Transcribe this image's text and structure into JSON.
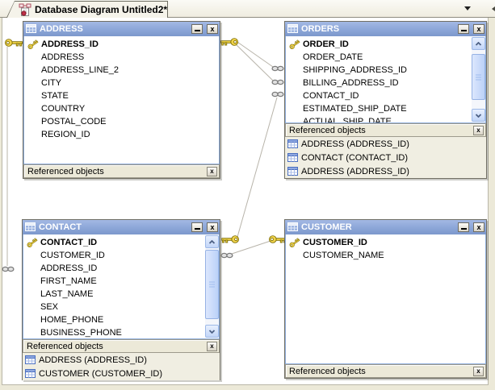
{
  "tab_strip": {
    "tab_label": "Database Diagram Untitled2*",
    "tab_icon": "diagram-icon",
    "dropdown_icon": "tab-list-dropdown",
    "scroll_left_icon": "scroll-left-arrow"
  },
  "icons": {
    "close_glyph": "x",
    "ref_close_glyph": "x"
  },
  "windows": {
    "address": {
      "title": "ADDRESS",
      "primary_key": "ADDRESS_ID",
      "fields": [
        "ADDRESS_ID",
        "ADDRESS",
        "ADDRESS_LINE_2",
        "CITY",
        "STATE",
        "COUNTRY",
        "POSTAL_CODE",
        "REGION_ID"
      ],
      "referenced_objects_label": "Referenced objects",
      "referenced_objects": []
    },
    "orders": {
      "title": "ORDERS",
      "primary_key": "ORDER_ID",
      "fields": [
        "ORDER_ID",
        "ORDER_DATE",
        "SHIPPING_ADDRESS_ID",
        "BILLING_ADDRESS_ID",
        "CONTACT_ID",
        "ESTIMATED_SHIP_DATE",
        "ACTUAL_SHIP_DATE"
      ],
      "referenced_objects_label": "Referenced objects",
      "referenced_objects": [
        "ADDRESS (ADDRESS_ID)",
        "CONTACT (CONTACT_ID)",
        "ADDRESS (ADDRESS_ID)"
      ]
    },
    "contact": {
      "title": "CONTACT",
      "primary_key": "CONTACT_ID",
      "fields": [
        "CONTACT_ID",
        "CUSTOMER_ID",
        "ADDRESS_ID",
        "FIRST_NAME",
        "LAST_NAME",
        "SEX",
        "HOME_PHONE",
        "BUSINESS_PHONE"
      ],
      "referenced_objects_label": "Referenced objects",
      "referenced_objects": [
        "ADDRESS (ADDRESS_ID)",
        "CUSTOMER (CUSTOMER_ID)"
      ]
    },
    "customer": {
      "title": "CUSTOMER",
      "primary_key": "CUSTOMER_ID",
      "fields": [
        "CUSTOMER_ID",
        "CUSTOMER_NAME"
      ],
      "referenced_objects_label": "Referenced objects",
      "referenced_objects": []
    }
  },
  "relationships": [
    {
      "from": "ORDERS.SHIPPING_ADDRESS_ID",
      "to": "ADDRESS.ADDRESS_ID"
    },
    {
      "from": "ORDERS.BILLING_ADDRESS_ID",
      "to": "ADDRESS.ADDRESS_ID"
    },
    {
      "from": "ORDERS.CONTACT_ID",
      "to": "CONTACT.CONTACT_ID"
    },
    {
      "from": "CONTACT.ADDRESS_ID",
      "to": "ADDRESS.ADDRESS_ID"
    },
    {
      "from": "CONTACT.CUSTOMER_ID",
      "to": "CUSTOMER.CUSTOMER_ID"
    }
  ],
  "colors": {
    "titlebar_blue": "#8CA6D8",
    "frame_beige": "#ECE9D8",
    "canvas_white": "#FFFFFF",
    "key_gold": "#EFD24A",
    "connector_gray": "#B8B4AA"
  }
}
